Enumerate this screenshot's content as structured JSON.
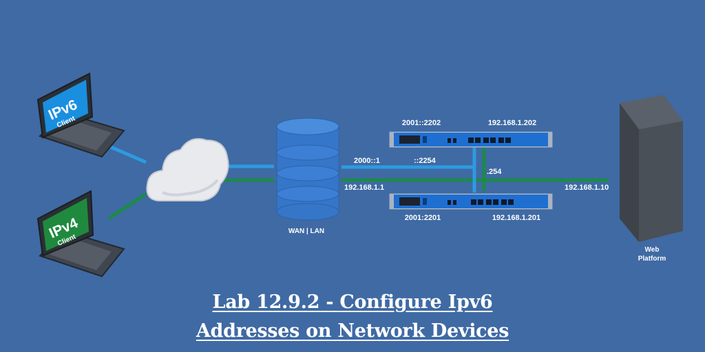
{
  "colors": {
    "background": "#3f6aa4",
    "ipv6_link": "#2d9be0",
    "ipv4_link": "#1c8a4a",
    "ipv6_screen": "#1a8fe0",
    "ipv4_screen": "#1f8a3e",
    "router_body": "#1f6fd1",
    "laptop_body": "#3f4650",
    "server_body": "#4a5058"
  },
  "clients": {
    "ipv6": {
      "line1": "IPv6",
      "line2": "Client",
      "icon": "laptop-icon"
    },
    "ipv4": {
      "line1": "IPv4",
      "line2": "Client",
      "icon": "laptop-icon"
    }
  },
  "cloud": {
    "icon": "cloud-icon"
  },
  "database": {
    "label": "WAN | LAN",
    "icon": "database-icon"
  },
  "links": {
    "ipv6_gateway": "2000::1",
    "ipv6_virtual": "::2254",
    "ipv4_gateway": "192.168.1.1",
    "ipv4_virtual": ".254",
    "server_ip": "192.168.1.10"
  },
  "routers": {
    "top": {
      "ipv6": "2001::2202",
      "ipv4": "192.168.1.202",
      "icon": "router-icon"
    },
    "bottom": {
      "ipv6": "2001:2201",
      "ipv4": "192.168.1.201",
      "icon": "router-icon"
    }
  },
  "server": {
    "line1": "Web",
    "line2": "Platform",
    "icon": "server-tower-icon"
  },
  "title": {
    "line1": "Lab 12.9.2 - Configure Ipv6",
    "line2": "Addresses on Network Devices"
  }
}
